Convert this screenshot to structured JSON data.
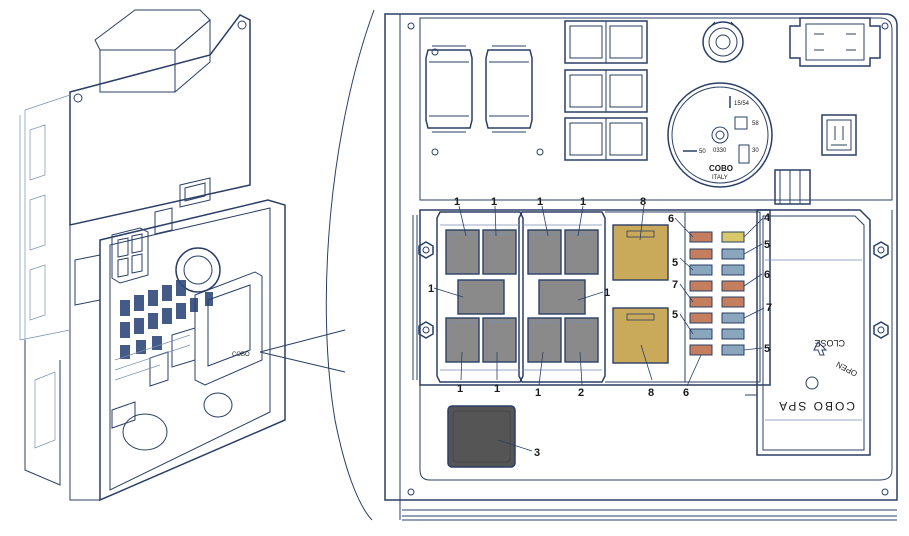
{
  "colors": {
    "relay_grey": "#8a8a8a",
    "relay_gold": "#c9a95a",
    "fuse_orange": "#c47e5e",
    "fuse_blue": "#8aa6bd",
    "fuse_yellow": "#d8c86a",
    "block_dark": "#555555",
    "line": "#2b3f66"
  },
  "instrument": {
    "brand": "COBO",
    "country": "ITALY",
    "code": "0330",
    "terminals": [
      "15/54",
      "58",
      "50",
      "30"
    ]
  },
  "callouts": {
    "relay_top_1": "1",
    "relay_top_2": "1",
    "relay_top_3": "1",
    "relay_top_4": "1",
    "relay_mid_left": "1",
    "relay_mid_right": "1",
    "relay_bot_1": "1",
    "relay_bot_2": "1",
    "relay_bot_3": "1",
    "relay_bot_4": "2",
    "maxi_top": "8",
    "maxi_bottom": "8",
    "fuse_6_top": "6",
    "fuse_4": "4",
    "fuse_5_right_top": "5",
    "fuse_5_left_top": "5",
    "fuse_6_right": "6",
    "fuse_7_left": "7",
    "fuse_7_right": "7",
    "fuse_5_left_bot": "5",
    "fuse_5_right_bot": "5",
    "fuse_6_bottom": "6",
    "block_3": "3"
  },
  "cover": {
    "brand": "COBO SPA",
    "close": "CLOSE",
    "open": "OPEN"
  }
}
